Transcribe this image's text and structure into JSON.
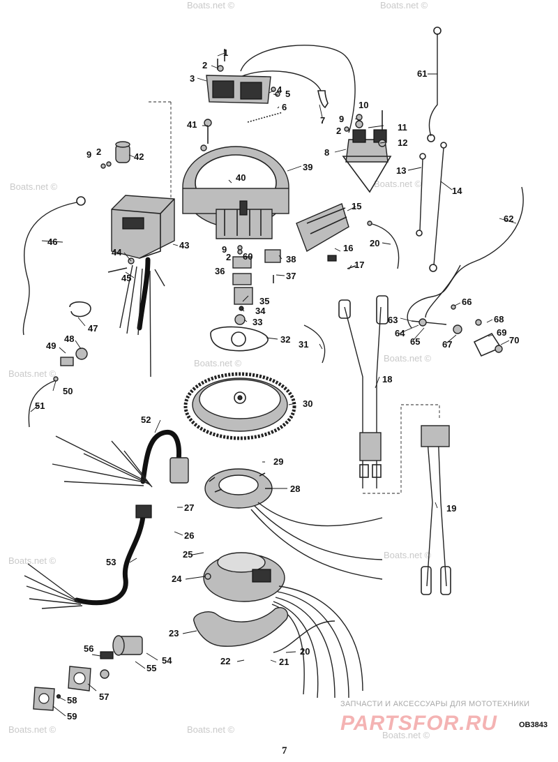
{
  "figure": {
    "callouts": [
      {
        "id": "c1",
        "text": "1"
      },
      {
        "id": "c2a",
        "text": "2"
      },
      {
        "id": "c3",
        "text": "3"
      },
      {
        "id": "c4",
        "text": "4"
      },
      {
        "id": "c5",
        "text": "5"
      },
      {
        "id": "c6",
        "text": "6"
      },
      {
        "id": "c7",
        "text": "7"
      },
      {
        "id": "c8",
        "text": "8"
      },
      {
        "id": "c9a",
        "text": "9"
      },
      {
        "id": "c10",
        "text": "10"
      },
      {
        "id": "c2b",
        "text": "2"
      },
      {
        "id": "c11",
        "text": "11"
      },
      {
        "id": "c12",
        "text": "12"
      },
      {
        "id": "c13",
        "text": "13"
      },
      {
        "id": "c14",
        "text": "14"
      },
      {
        "id": "c15",
        "text": "15"
      },
      {
        "id": "c16",
        "text": "16"
      },
      {
        "id": "c17",
        "text": "17"
      },
      {
        "id": "c18",
        "text": "18"
      },
      {
        "id": "c19",
        "text": "19"
      },
      {
        "id": "c20a",
        "text": "20"
      },
      {
        "id": "c20b",
        "text": "20"
      },
      {
        "id": "c21",
        "text": "21"
      },
      {
        "id": "c22",
        "text": "22"
      },
      {
        "id": "c23",
        "text": "23"
      },
      {
        "id": "c24",
        "text": "24"
      },
      {
        "id": "c25",
        "text": "25"
      },
      {
        "id": "c26",
        "text": "26"
      },
      {
        "id": "c27",
        "text": "27"
      },
      {
        "id": "c28",
        "text": "28"
      },
      {
        "id": "c29",
        "text": "29"
      },
      {
        "id": "c30",
        "text": "30"
      },
      {
        "id": "c31",
        "text": "31"
      },
      {
        "id": "c32",
        "text": "32"
      },
      {
        "id": "c33",
        "text": "33"
      },
      {
        "id": "c34",
        "text": "34"
      },
      {
        "id": "c35",
        "text": "35"
      },
      {
        "id": "c36",
        "text": "36"
      },
      {
        "id": "c37",
        "text": "37"
      },
      {
        "id": "c38",
        "text": "38"
      },
      {
        "id": "c39",
        "text": "39"
      },
      {
        "id": "c40",
        "text": "40"
      },
      {
        "id": "c41",
        "text": "41"
      },
      {
        "id": "c42",
        "text": "42"
      },
      {
        "id": "c9b",
        "text": "9"
      },
      {
        "id": "c2c",
        "text": "2"
      },
      {
        "id": "c43",
        "text": "43"
      },
      {
        "id": "c44",
        "text": "44"
      },
      {
        "id": "c45",
        "text": "45"
      },
      {
        "id": "c46",
        "text": "46"
      },
      {
        "id": "c47",
        "text": "47"
      },
      {
        "id": "c48",
        "text": "48"
      },
      {
        "id": "c49",
        "text": "49"
      },
      {
        "id": "c50",
        "text": "50"
      },
      {
        "id": "c51",
        "text": "51"
      },
      {
        "id": "c52",
        "text": "52"
      },
      {
        "id": "c53",
        "text": "53"
      },
      {
        "id": "c54",
        "text": "54"
      },
      {
        "id": "c55",
        "text": "55"
      },
      {
        "id": "c56",
        "text": "56"
      },
      {
        "id": "c57",
        "text": "57"
      },
      {
        "id": "c58",
        "text": "58"
      },
      {
        "id": "c59",
        "text": "59"
      },
      {
        "id": "c60",
        "text": "60"
      },
      {
        "id": "c9c",
        "text": "9"
      },
      {
        "id": "c2d",
        "text": "2"
      },
      {
        "id": "c61",
        "text": "61"
      },
      {
        "id": "c62",
        "text": "62"
      },
      {
        "id": "c63",
        "text": "63"
      },
      {
        "id": "c64",
        "text": "64"
      },
      {
        "id": "c65",
        "text": "65"
      },
      {
        "id": "c66",
        "text": "66"
      },
      {
        "id": "c67",
        "text": "67"
      },
      {
        "id": "c68",
        "text": "68"
      },
      {
        "id": "c69",
        "text": "69"
      },
      {
        "id": "c70",
        "text": "70"
      }
    ],
    "diagram_code": "OB3843",
    "page_number": "7"
  },
  "watermark": {
    "text": "Boats.net ©"
  },
  "ad_banner": {
    "tagline": "ЗАПЧАСТИ И АКСЕССУАРЫ ДЛЯ МОТОТЕХНИКИ",
    "brand": "PARTSFOR.RU",
    "brand_color": "#f4b3b3"
  }
}
